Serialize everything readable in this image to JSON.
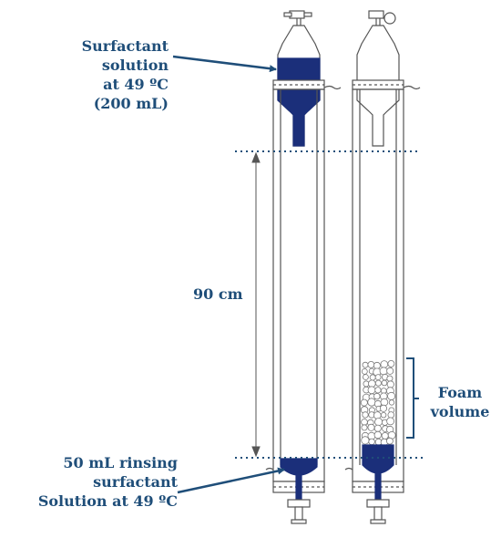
{
  "labels": {
    "surfactant_solution": [
      "Surfactant",
      "solution",
      "at 49 ºC",
      "(200 mL)"
    ],
    "height": "90 cm",
    "rinsing": [
      "50 mL rinsing",
      "surfactant",
      "Solution at 49 ºC"
    ],
    "foam_volume": [
      "Foam",
      "volume"
    ]
  },
  "colors": {
    "liquid": "#1b2f7a",
    "annotation": "#1f4e79",
    "glass": "#555555",
    "dotted_line": "#1f4e79"
  }
}
